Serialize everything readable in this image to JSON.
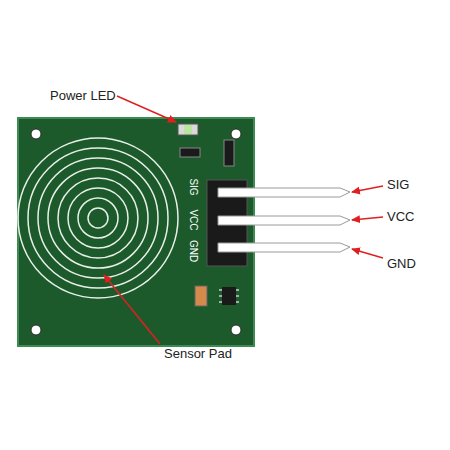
{
  "diagram": {
    "labels": [
      "Power LED",
      "SIG",
      "VCC",
      "GND",
      "SIG",
      "VCC",
      "GND",
      "Sensor Pad"
    ]
  }
}
